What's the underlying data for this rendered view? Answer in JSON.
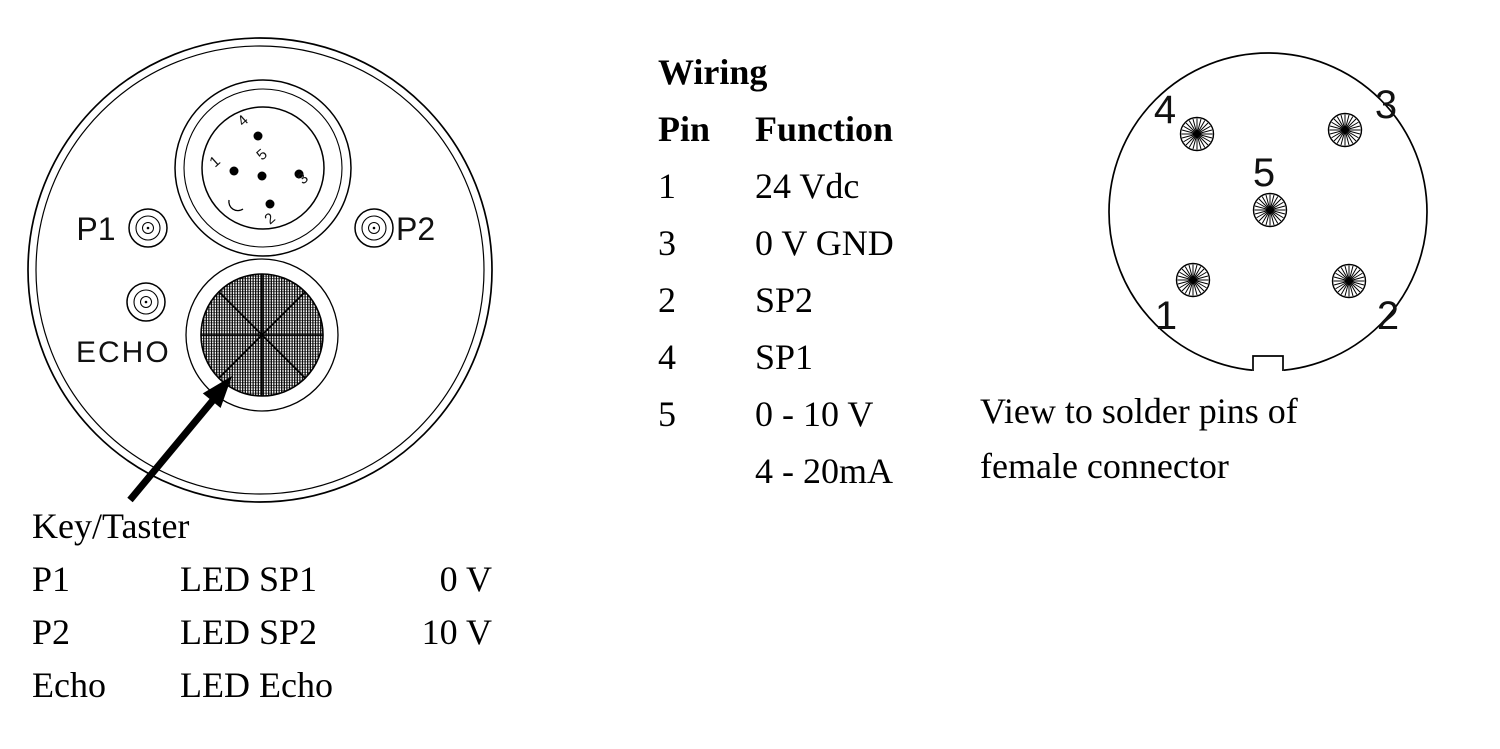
{
  "device": {
    "p1": "P1",
    "p2": "P2",
    "echo": "ECHO",
    "pins": [
      "1",
      "2",
      "3",
      "4",
      "5"
    ],
    "caption": "Key/Taster",
    "legend": [
      {
        "key": "P1",
        "desc": "LED SP1",
        "value": "0 V"
      },
      {
        "key": "P2",
        "desc": "LED SP2",
        "value": "10 V"
      },
      {
        "key": "Echo",
        "desc": "LED Echo",
        "value": ""
      }
    ]
  },
  "wiring": {
    "title": "Wiring",
    "col_pin": "Pin",
    "col_function": "Function",
    "rows": [
      {
        "pin": "1",
        "function": "24 Vdc"
      },
      {
        "pin": "3",
        "function": "0 V GND"
      },
      {
        "pin": "2",
        "function": "SP2"
      },
      {
        "pin": "4",
        "function": "SP1"
      },
      {
        "pin": "5",
        "function": "0 - 10 V"
      },
      {
        "pin": "",
        "function": "4 - 20mA"
      }
    ]
  },
  "connector_view": {
    "pin_labels": [
      "1",
      "2",
      "3",
      "4",
      "5"
    ],
    "caption1": "View to solder pins of",
    "caption2": "female connector"
  },
  "colors": {
    "ink": "#000000",
    "paper": "#ffffff"
  }
}
